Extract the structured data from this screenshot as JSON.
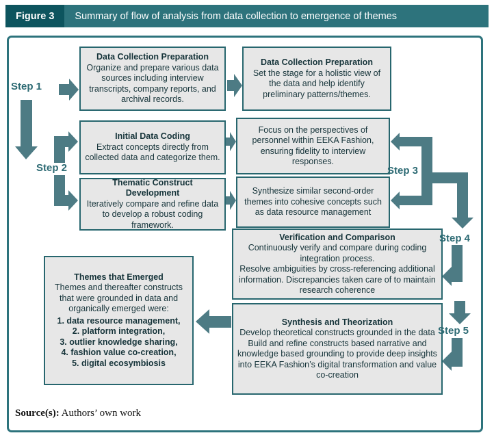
{
  "figure": {
    "label": "Figure 3",
    "title": "Summary of flow of analysis from data collection to emergence of themes"
  },
  "steps": [
    "Step 1",
    "Step 2",
    "Step 3",
    "Step 4",
    "Step 5"
  ],
  "boxes": {
    "b1": {
      "title": "Data Collection Preparation",
      "body": "Organize and prepare various data sources including interview transcripts, company reports, and archival records."
    },
    "b2": {
      "title": "Data Collection Preparation",
      "body": "Set the stage for a holistic view of the data and help identify preliminary patterns/themes."
    },
    "b3": {
      "title": "Initial Data Coding",
      "body": "Extract concepts directly from collected data and categorize them."
    },
    "b4": {
      "body": "Focus on the perspectives of personnel within EEKA Fashion, ensuring fidelity to interview responses."
    },
    "b5": {
      "title": "Thematic Construct Development",
      "body": "Iteratively compare and refine data to develop a robust coding framework."
    },
    "b6": {
      "body": "Synthesize similar second-order themes into cohesive concepts such as data resource management"
    },
    "b7": {
      "title": "Verification and Comparison",
      "body1": "Continuously verify and compare during coding integration process.",
      "body2": "Resolve ambiguities by cross-referencing additional information. Discrepancies taken care of to maintain research coherence"
    },
    "b8": {
      "title": "Synthesis and Theorization",
      "body1": "Develop theoretical constructs grounded in the data",
      "body2": "Build and refine constructs based narrative and knowledge based grounding to provide deep insights into EEKA Fashion’s digital transformation and value co-creation"
    },
    "b9": {
      "title": "Themes that Emerged",
      "body": "Themes and thereafter constructs that were grounded in data and organically emerged were:",
      "items": [
        "1. data resource management,",
        "2. platform integration,",
        "3. outlier knowledge sharing,",
        "4. fashion value co-creation,",
        "5. digital ecosymbiosis"
      ]
    }
  },
  "source": {
    "label": "Source(s):",
    "text": "Authors’ own work"
  },
  "colors": {
    "header_teal": "#2d737c",
    "figure_label_teal": "#0d545e",
    "arrow_teal": "#4d7b84",
    "box_border": "#27666e",
    "box_bg": "#e7e7e7",
    "step_text": "#2c6a73"
  }
}
